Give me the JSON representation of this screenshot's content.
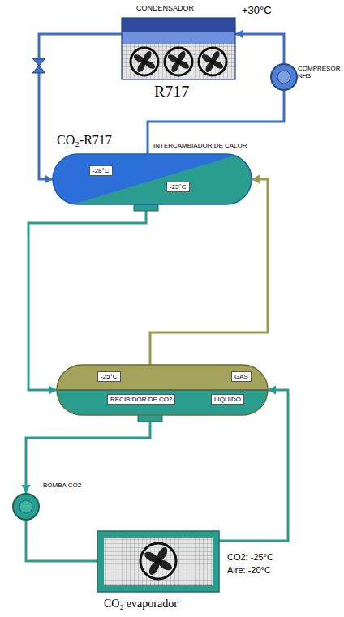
{
  "diagram": {
    "nodes": [
      {
        "text": [
          "CONDENSADOR",
          "R717"
        ]
      },
      {
        "text": [
          "COMPRESOR NH3"
        ]
      },
      {
        "text": [
          "CO₂-R717",
          "INTERCAMBIADOR DE CALOR",
          "-28°C",
          "-25°C"
        ]
      },
      {
        "text": [
          "-25°C",
          "GAS",
          "RECIBIDOR DE CO2",
          "LIQUIDO"
        ]
      },
      {
        "text": [
          "BOMBA CO2"
        ]
      },
      {
        "text": [
          "CO2: -25°C",
          "Aire: -20°C",
          "CO₂ evaporador"
        ]
      }
    ],
    "edges": [
      {
        "from": 1,
        "to": 0,
        "arrow": "to"
      },
      {
        "from": 0,
        "to": 2,
        "arrow": "to"
      },
      {
        "from": 2,
        "to": 1,
        "arrow": "none"
      },
      {
        "from": 3,
        "to": 2,
        "arrow": "to"
      },
      {
        "from": 2,
        "to": 3,
        "arrow": "to"
      },
      {
        "from": 3,
        "to": 4,
        "arrow": "to"
      },
      {
        "from": 4,
        "to": 5,
        "arrow": "none"
      },
      {
        "from": 5,
        "to": 3,
        "arrow": "to"
      }
    ],
    "labels": [
      "+30°C"
    ]
  }
}
